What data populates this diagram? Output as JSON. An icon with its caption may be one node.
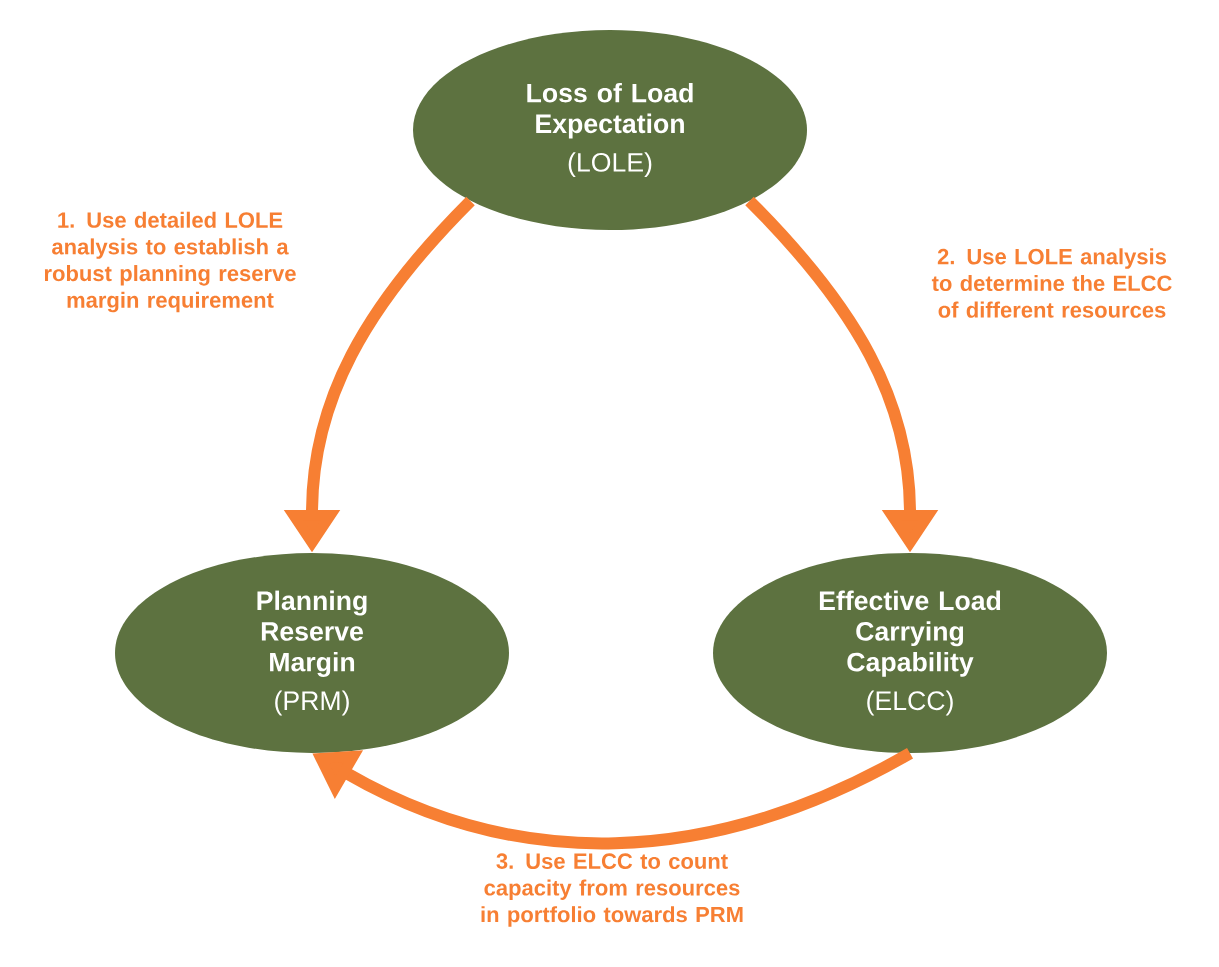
{
  "diagram": {
    "nodes": [
      {
        "text": [
          "Loss of Load Expectation",
          "(LOLE)"
        ]
      },
      {
        "text": [
          "Planning Reserve Margin",
          "(PRM)"
        ]
      },
      {
        "text": [
          "Effective Load Carrying Capability",
          "(ELCC)"
        ]
      }
    ],
    "edges": [
      {
        "from": 0,
        "to": 1,
        "arrow": "to",
        "label": "1. Use detailed LOLE analysis to establish a robust planning reserve margin requirement"
      },
      {
        "from": 0,
        "to": 2,
        "arrow": "to",
        "label": "2. Use LOLE analysis to determine the ELCC of different resources"
      },
      {
        "from": 2,
        "to": 1,
        "arrow": "to",
        "label": "3. Use ELCC to count capacity from resources in portfolio towards PRM"
      }
    ]
  }
}
